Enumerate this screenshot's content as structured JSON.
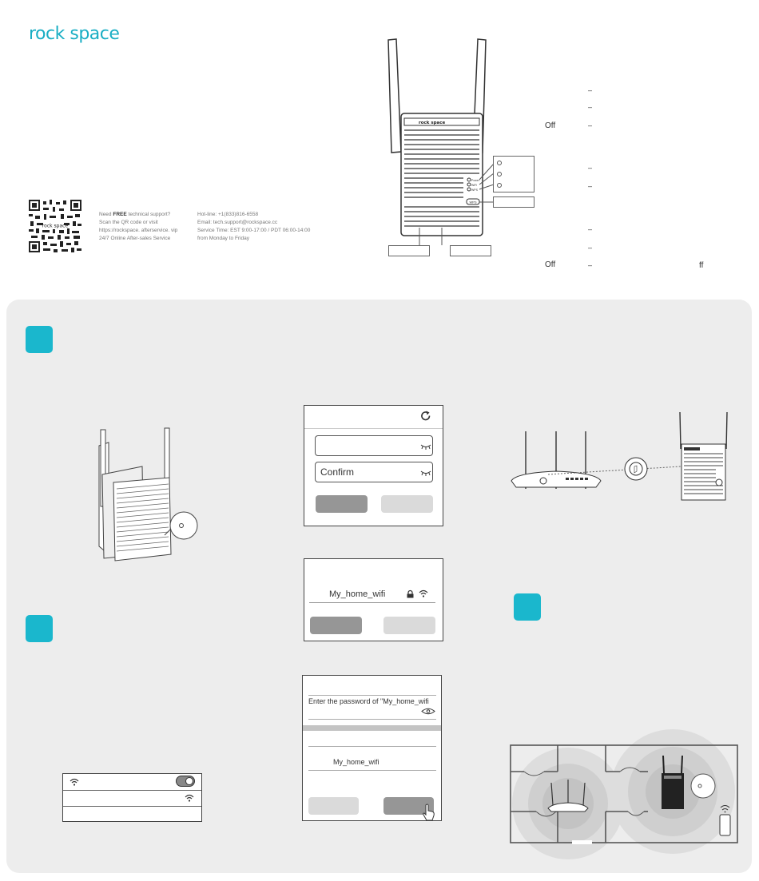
{
  "brand": "rock space",
  "support": {
    "need_prefix": "Need ",
    "need_bold": "FREE",
    "need_suffix": " technical support?",
    "scan": "Scan the QR code or visit",
    "url": "https://rockspace. afterservice. vip",
    "online": "24/7 Online After-sales Service",
    "hotline": "Hot-line: +1(833)816-6558",
    "email": "Email: tech.support@rockspace.cc",
    "service_time": "Service Time: EST 9:00-17:00 / PDT 06:00-14:00",
    "days": "from Monday to Friday"
  },
  "device": {
    "brand_label": "rock space",
    "led_labels": [
      "Power",
      "WiFi",
      "WPS"
    ],
    "wps_label": "WPS"
  },
  "led_legend": {
    "off_1": "Off",
    "off_2": "Off",
    "trailing_ff": "ff"
  },
  "setup_card": {
    "confirm_label": "Confirm"
  },
  "network_card": {
    "ssid": "My_home_wifi"
  },
  "password_card": {
    "prompt": "Enter the password of \"My_home_wifi",
    "ssid": "My_home_wifi"
  },
  "colors": {
    "accent": "#1ab7cd",
    "panel": "#ededed"
  },
  "icons": [
    "refresh-icon",
    "eye-closed-icon",
    "lock-icon",
    "wifi-icon",
    "eye-icon",
    "hand-pointer-icon",
    "toggle-icon",
    "smartphone-icon"
  ]
}
